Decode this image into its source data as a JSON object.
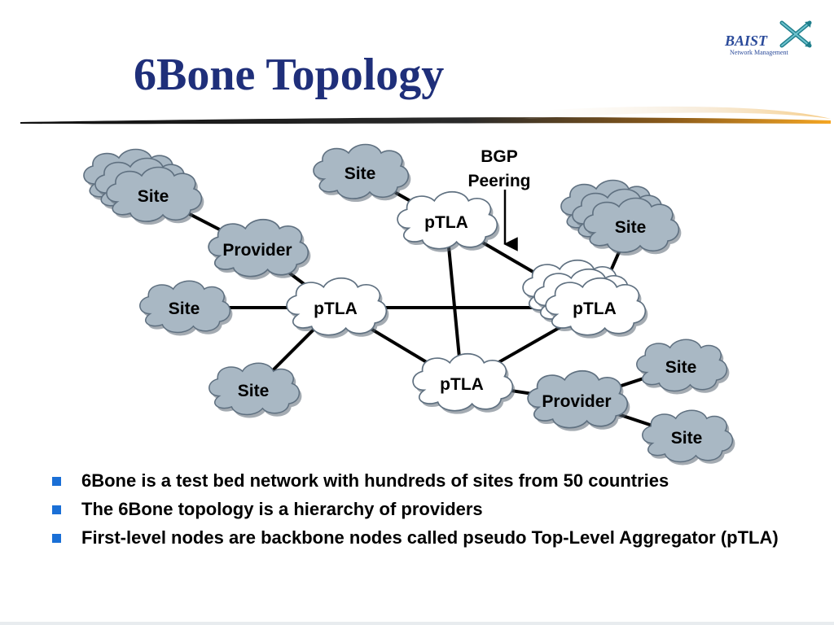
{
  "slide": {
    "title": "6Bone Topology"
  },
  "logo": {
    "name": "BAIST",
    "subtitle": "Network Management",
    "icon": "crossed-arrows-icon"
  },
  "diagram": {
    "bgp_label_line1": "BGP",
    "bgp_label_line2": "Peering",
    "nodes": [
      {
        "id": "site-top-left",
        "label": "Site",
        "kind": "site",
        "stacked": true
      },
      {
        "id": "provider-left",
        "label": "Provider",
        "kind": "provider",
        "stacked": false
      },
      {
        "id": "site-mid-left",
        "label": "Site",
        "kind": "site",
        "stacked": false
      },
      {
        "id": "ptla-left",
        "label": "pTLA",
        "kind": "ptla",
        "stacked": false
      },
      {
        "id": "site-bottom-left",
        "label": "Site",
        "kind": "site",
        "stacked": false
      },
      {
        "id": "site-top-center",
        "label": "Site",
        "kind": "site",
        "stacked": false
      },
      {
        "id": "ptla-top",
        "label": "pTLA",
        "kind": "ptla",
        "stacked": false
      },
      {
        "id": "site-top-right",
        "label": "Site",
        "kind": "site",
        "stacked": true
      },
      {
        "id": "ptla-right",
        "label": "pTLA",
        "kind": "ptla",
        "stacked": true
      },
      {
        "id": "ptla-bottom",
        "label": "pTLA",
        "kind": "ptla",
        "stacked": false
      },
      {
        "id": "provider-right",
        "label": "Provider",
        "kind": "provider",
        "stacked": false
      },
      {
        "id": "site-right-upper",
        "label": "Site",
        "kind": "site",
        "stacked": false
      },
      {
        "id": "site-right-lower",
        "label": "Site",
        "kind": "site",
        "stacked": false
      }
    ],
    "links": [
      [
        "site-top-left",
        "provider-left"
      ],
      [
        "provider-left",
        "ptla-left"
      ],
      [
        "site-mid-left",
        "ptla-left"
      ],
      [
        "site-bottom-left",
        "ptla-left"
      ],
      [
        "ptla-left",
        "ptla-right"
      ],
      [
        "ptla-left",
        "ptla-bottom"
      ],
      [
        "site-top-center",
        "ptla-top"
      ],
      [
        "ptla-top",
        "ptla-right"
      ],
      [
        "ptla-top",
        "ptla-bottom"
      ],
      [
        "site-top-right",
        "ptla-right"
      ],
      [
        "ptla-right",
        "ptla-bottom"
      ],
      [
        "ptla-bottom",
        "provider-right"
      ],
      [
        "provider-right",
        "site-right-upper"
      ],
      [
        "provider-right",
        "site-right-lower"
      ]
    ],
    "colors": {
      "site_fill": "#a9b8c4",
      "provider_fill": "#a9b8c4",
      "ptla_fill": "#ffffff",
      "cloud_outline": "#5f7080",
      "link": "#000000"
    }
  },
  "bullets": [
    "6Bone is a test bed network with hundreds of sites from 50 countries",
    "The 6Bone topology is a hierarchy of providers",
    "First-level nodes are backbone nodes called  pseudo Top-Level Aggregator (pTLA)"
  ],
  "theme": {
    "title_color": "#1f2f7a",
    "bullet_color": "#1a6fd6",
    "swoosh_color": "#f5a623"
  }
}
